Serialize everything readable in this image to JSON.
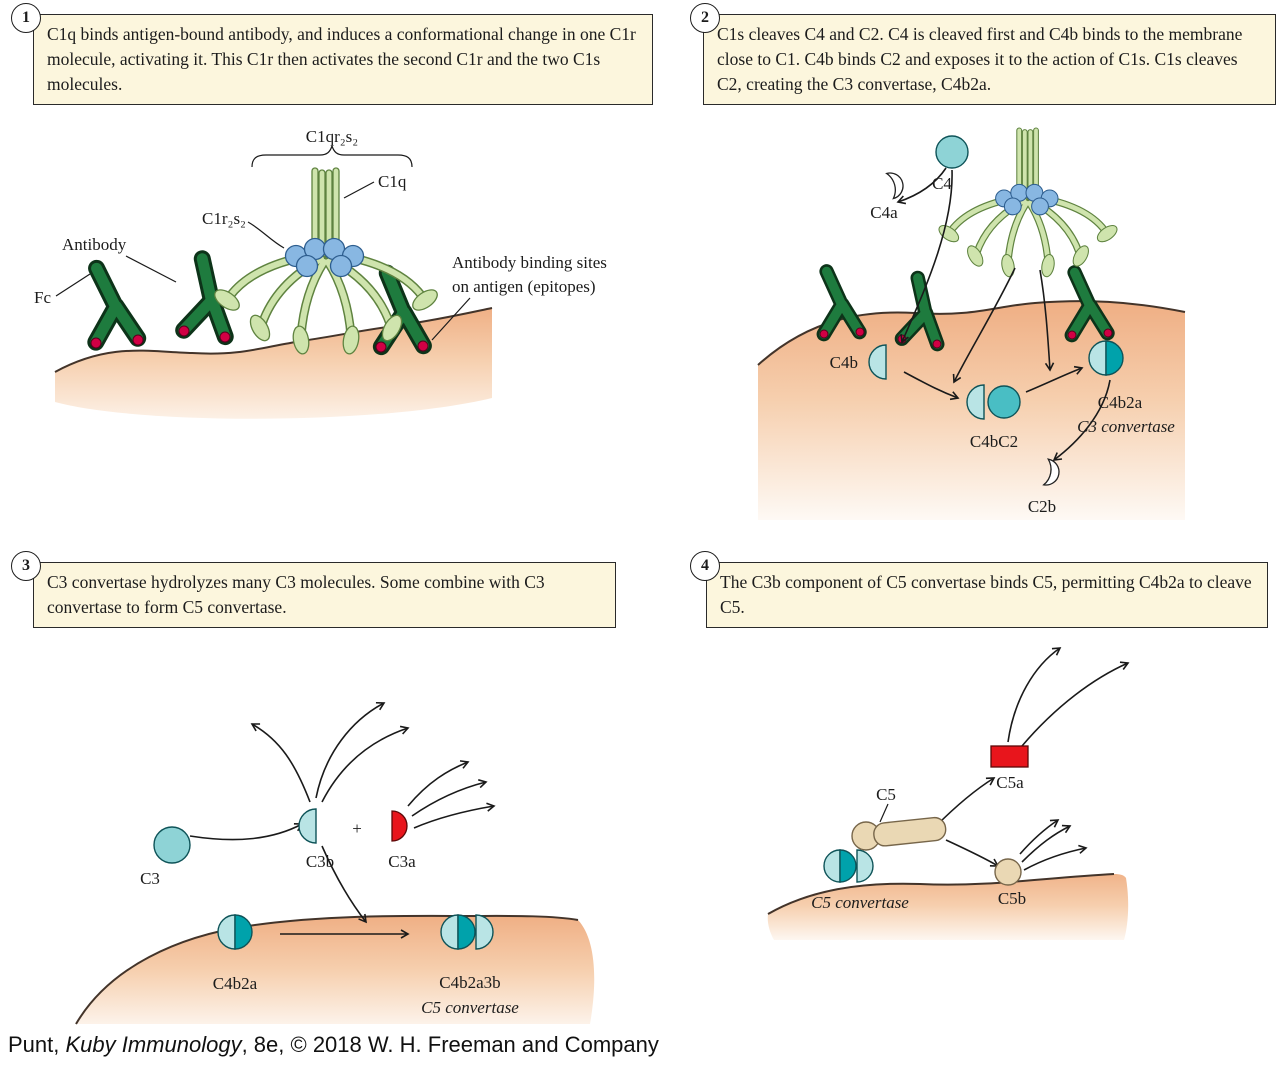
{
  "caption": {
    "pre": "Punt, ",
    "italic": "Kuby Immunology",
    "post": ", 8e, © 2018 W. H. Freeman and Company"
  },
  "colors": {
    "box_bg": "#fcf6dd",
    "box_border": "#2a2a2a",
    "membrane_top": "#efae83",
    "membrane_fade": "#fdf4ec",
    "antibody_green": "#1e7b3e",
    "c1q_green": "#cfe4ad",
    "c1r_c1s_blue": "#88b7e2",
    "teal_light": "#b9e4e5",
    "teal_mid": "#49bec4",
    "teal_dark": "#00a2ab",
    "anaphylatoxin_red": "#e8151c",
    "epitope_red": "#d10044",
    "c5_tan": "#ead8b4"
  },
  "panels": [
    {
      "number": "1",
      "text": "C1q binds antigen-bound antibody, and induces a conformational change in one C1r molecule, activating it. This C1r then activates the second C1r and the two C1s molecules.",
      "labels": {
        "complex": "C1qr₂s₂",
        "c1q": "C1q",
        "c1r2s2": "C1r₂s₂",
        "antibody": "Antibody",
        "fc": "Fc",
        "binding_sites_1": "Antibody binding sites",
        "binding_sites_2": "on antigen (epitopes)"
      }
    },
    {
      "number": "2",
      "text": "C1s cleaves C4 and C2. C4 is cleaved first and C4b binds to the membrane close to C1. C4b binds C2 and exposes it to the action of C1s. C1s cleaves C2, creating the C3 convertase, C4b2a.",
      "labels": {
        "c4": "C4",
        "c4a": "C4a",
        "c4b": "C4b",
        "c4bc2": "C4bC2",
        "c4b2a": "C4b2a",
        "c3_convertase": "C3 convertase",
        "c2b": "C2b"
      }
    },
    {
      "number": "3",
      "text": "C3 convertase hydrolyzes many C3 molecules. Some combine with C3 convertase to form C5 convertase.",
      "labels": {
        "c3": "C3",
        "c3b": "C3b",
        "plus": "+",
        "c3a": "C3a",
        "c4b2a": "C4b2a",
        "c4b2a3b": "C4b2a3b",
        "c5_convertase": "C5 convertase"
      }
    },
    {
      "number": "4",
      "text": "The C3b component of C5 convertase binds C5, permitting C4b2a to cleave C5.",
      "labels": {
        "c5": "C5",
        "c5a": "C5a",
        "c5_convertase": "C5 convertase",
        "c5b": "C5b"
      }
    }
  ]
}
